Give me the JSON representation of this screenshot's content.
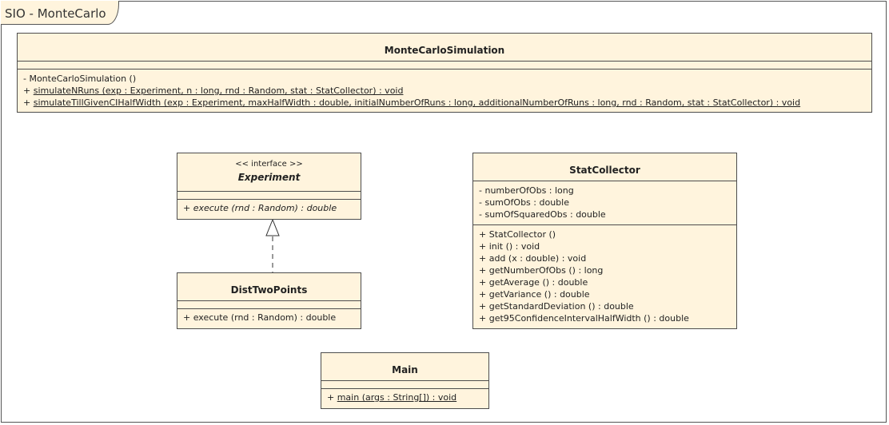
{
  "package": {
    "title": "SIO - MonteCarlo"
  },
  "classes": {
    "montecarlo": {
      "name": "MonteCarloSimulation",
      "operations": [
        {
          "text": "- MonteCarloSimulation ()"
        },
        {
          "prefix": "+ ",
          "text": "simulateNRuns (exp : Experiment, n : long, rnd : Random, stat : StatCollector) : void"
        },
        {
          "prefix": "+ ",
          "text": "simulateTillGivenCIHalfWidth (exp : Experiment, maxHalfWidth : double, initialNumberOfRuns : long, additionalNumberOfRuns : long, rnd : Random, stat : StatCollector) : void"
        }
      ]
    },
    "experiment": {
      "stereotype": "<< interface >>",
      "name": "Experiment",
      "operations": [
        {
          "text": "+ execute (rnd : Random) : double"
        }
      ]
    },
    "stat": {
      "name": "StatCollector",
      "attributes": [
        {
          "text": "- numberOfObs : long"
        },
        {
          "text": "- sumOfObs : double"
        },
        {
          "text": "- sumOfSquaredObs : double"
        }
      ],
      "operations": [
        {
          "text": "+ StatCollector ()"
        },
        {
          "text": "+ init () : void"
        },
        {
          "text": "+ add (x : double) : void"
        },
        {
          "text": "+ getNumberOfObs () : long"
        },
        {
          "text": "+ getAverage () : double"
        },
        {
          "text": "+ getVariance () : double"
        },
        {
          "text": "+ getStandardDeviation () : double"
        },
        {
          "text": "+ get95ConfidenceIntervalHalfWidth () : double"
        }
      ]
    },
    "dist": {
      "name": "DistTwoPoints",
      "operations": [
        {
          "text": "+ execute (rnd : Random) : double"
        }
      ]
    },
    "main": {
      "name": "Main",
      "operations": [
        {
          "prefix": "+ ",
          "text": "main (args : String[]) : void"
        }
      ]
    }
  },
  "colors": {
    "class_fill": "#fff4dd",
    "border": "#4d4d4d"
  }
}
